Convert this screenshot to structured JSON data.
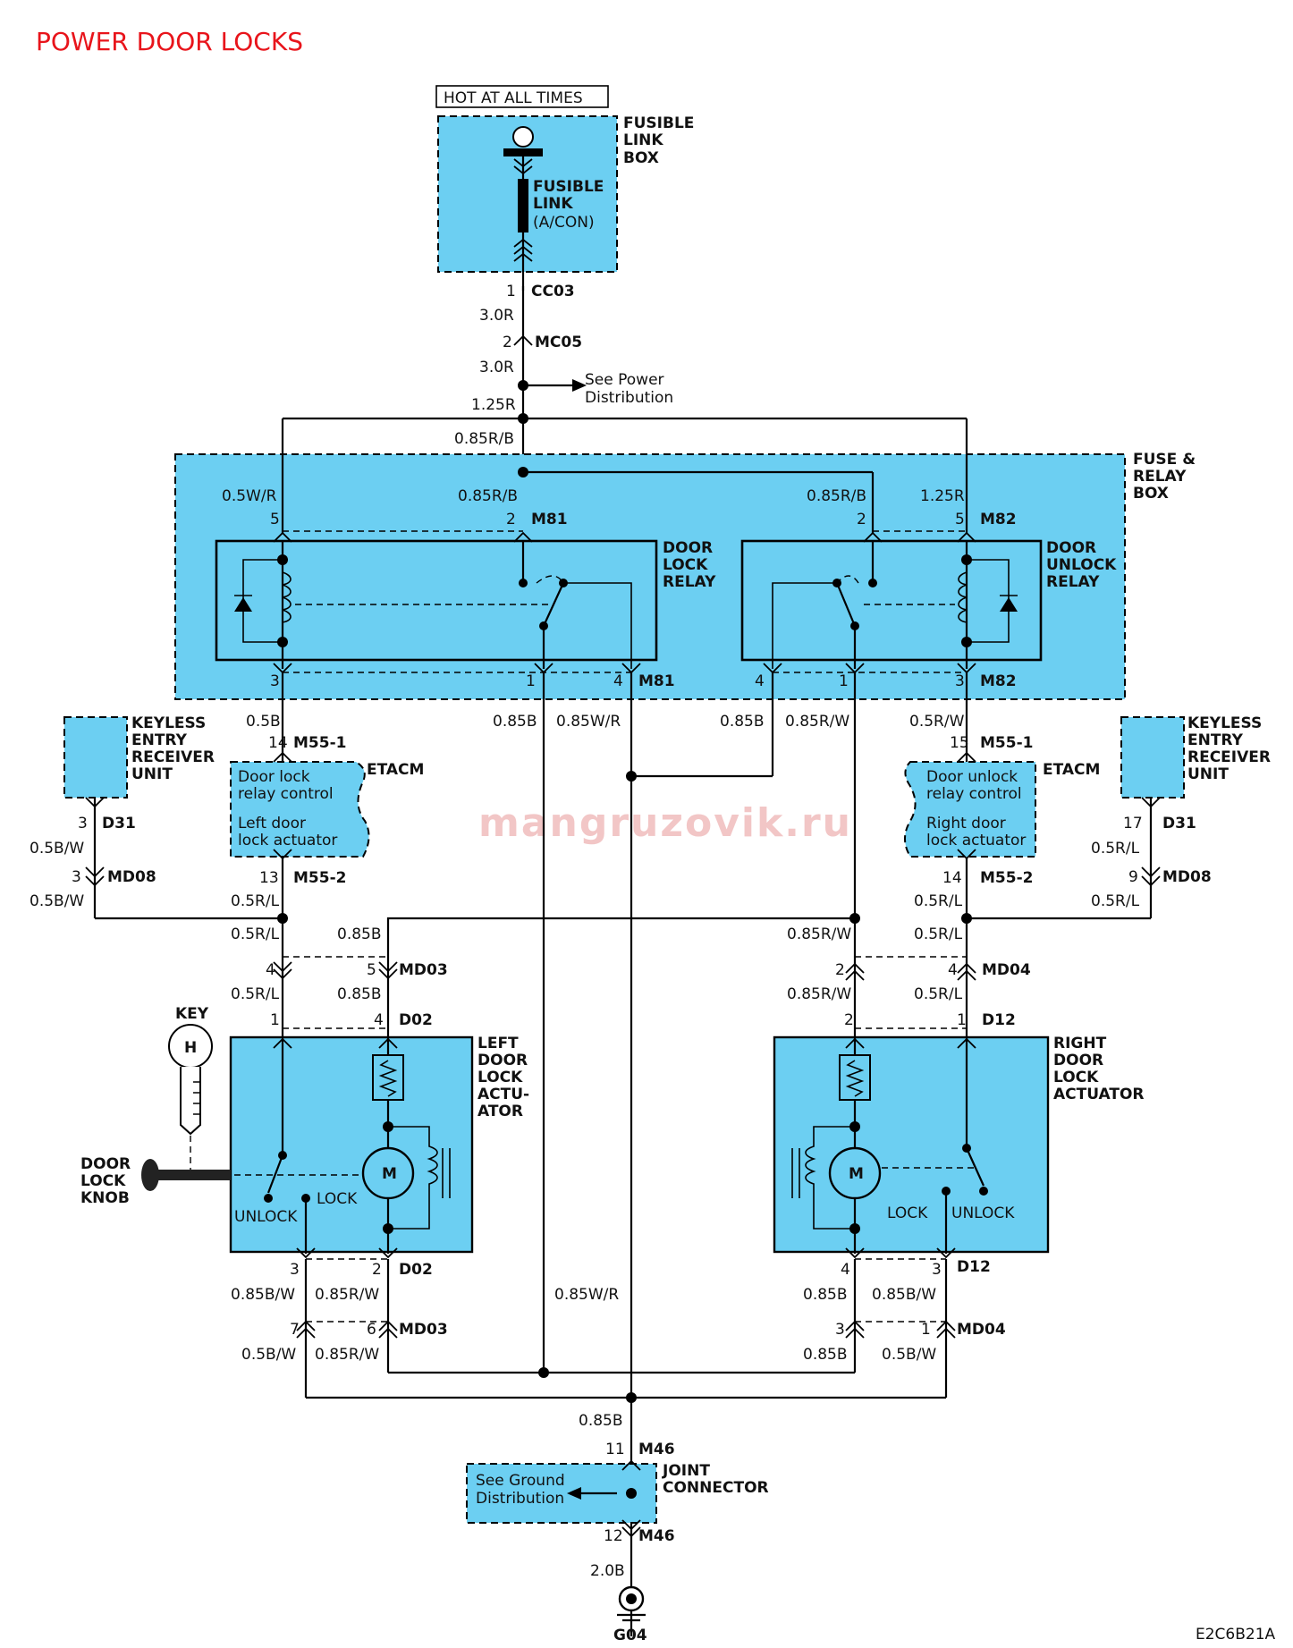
{
  "title": "POWER DOOR LOCKS",
  "watermark": "mangruzovik.ru",
  "diagram_code": "E2C6B21A",
  "hot_at_all_times": "HOT AT ALL TIMES",
  "fusible_link_box": {
    "line1": "FUSIBLE",
    "line2": "LINK",
    "line3": "BOX"
  },
  "fusible_link": {
    "line1": "FUSIBLE",
    "line2": "LINK",
    "line3": "(A/CON)"
  },
  "see_power": {
    "line1": "See Power",
    "line2": "Distribution"
  },
  "fuse_relay_box": {
    "line1": "FUSE &",
    "line2": "RELAY",
    "line3": "BOX"
  },
  "door_lock_relay": {
    "line1": "DOOR",
    "line2": "LOCK",
    "line3": "RELAY"
  },
  "door_unlock_relay": {
    "line1": "DOOR",
    "line2": "UNLOCK",
    "line3": "RELAY"
  },
  "keyless_entry": {
    "line1": "KEYLESS",
    "line2": "ENTRY",
    "line3": "RECEIVER",
    "line4": "UNIT"
  },
  "etacm": "ETACM",
  "etacm_left": {
    "line1": "Door lock",
    "line2": "relay control",
    "line3": "Left door",
    "line4": "lock actuator"
  },
  "etacm_right": {
    "line1": "Door unlock",
    "line2": "relay control",
    "line3": "Right door",
    "line4": "lock actuator"
  },
  "key": "KEY",
  "key_letter": "H",
  "door_lock_knob": {
    "line1": "DOOR",
    "line2": "LOCK",
    "line3": "KNOB"
  },
  "left_actuator": {
    "line1": "LEFT",
    "line2": "DOOR",
    "line3": "LOCK",
    "line4": "ACTU-",
    "line5": "ATOR"
  },
  "right_actuator": {
    "line1": "RIGHT",
    "line2": "DOOR",
    "line3": "LOCK",
    "line4": "ACTUATOR"
  },
  "motor": "M",
  "unlock": "UNLOCK",
  "lock": "LOCK",
  "joint_connector": {
    "line1": "JOINT",
    "line2": "CONNECTOR"
  },
  "see_ground": {
    "line1": "See Ground",
    "line2": "Distribution"
  },
  "ground": "G04",
  "connectors": {
    "cc03": "CC03",
    "mc05": "MC05",
    "m81": "M81",
    "m82": "M82",
    "m55_1": "M55-1",
    "m55_2": "M55-2",
    "d31": "D31",
    "md08": "MD08",
    "md03": "MD03",
    "md04": "MD04",
    "d02": "D02",
    "d12": "D12",
    "m46": "M46"
  },
  "pins": {
    "p1": "1",
    "p2": "2",
    "p3": "3",
    "p4": "4",
    "p5": "5",
    "p6": "6",
    "p7": "7",
    "p9": "9",
    "p11": "11",
    "p12": "12",
    "p13": "13",
    "p14": "14",
    "p15": "15",
    "p17": "17"
  },
  "wires": {
    "w3_0R": "3.0R",
    "w1_25R": "1.25R",
    "w0_85RB": "0.85R/B",
    "w0_5WR": "0.5W/R",
    "w0_5B": "0.5B",
    "w0_85B": "0.85B",
    "w0_85WR": "0.85W/R",
    "w0_85RW": "0.85R/W",
    "w0_5RW": "0.5R/W",
    "w0_5BW": "0.5B/W",
    "w0_5RL": "0.5R/L",
    "w0_85BW": "0.85B/W",
    "w2_0B": "2.0B"
  }
}
